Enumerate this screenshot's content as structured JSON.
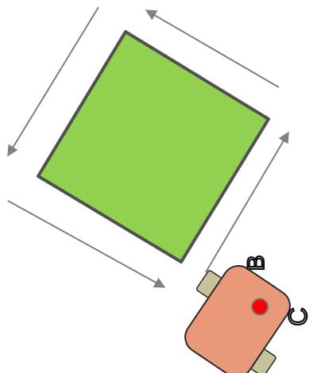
{
  "diagram": {
    "colors": {
      "square_fill": "#92d050",
      "square_stroke": "#505050",
      "arrow": "#808080",
      "robot_body": "#e9987a",
      "robot_wheel": "#c6c39c",
      "robot_stroke": "#2a2a2a",
      "sensor": "#ff0000"
    },
    "arrows": [
      {
        "id": "left-arrow",
        "direction": "down-left"
      },
      {
        "id": "top-arrow",
        "direction": "up-left"
      },
      {
        "id": "right-arrow",
        "direction": "up-right"
      },
      {
        "id": "bottom-arrow",
        "direction": "down-right"
      }
    ],
    "robot": {
      "labels": {
        "front": "B",
        "side": "C"
      }
    }
  }
}
